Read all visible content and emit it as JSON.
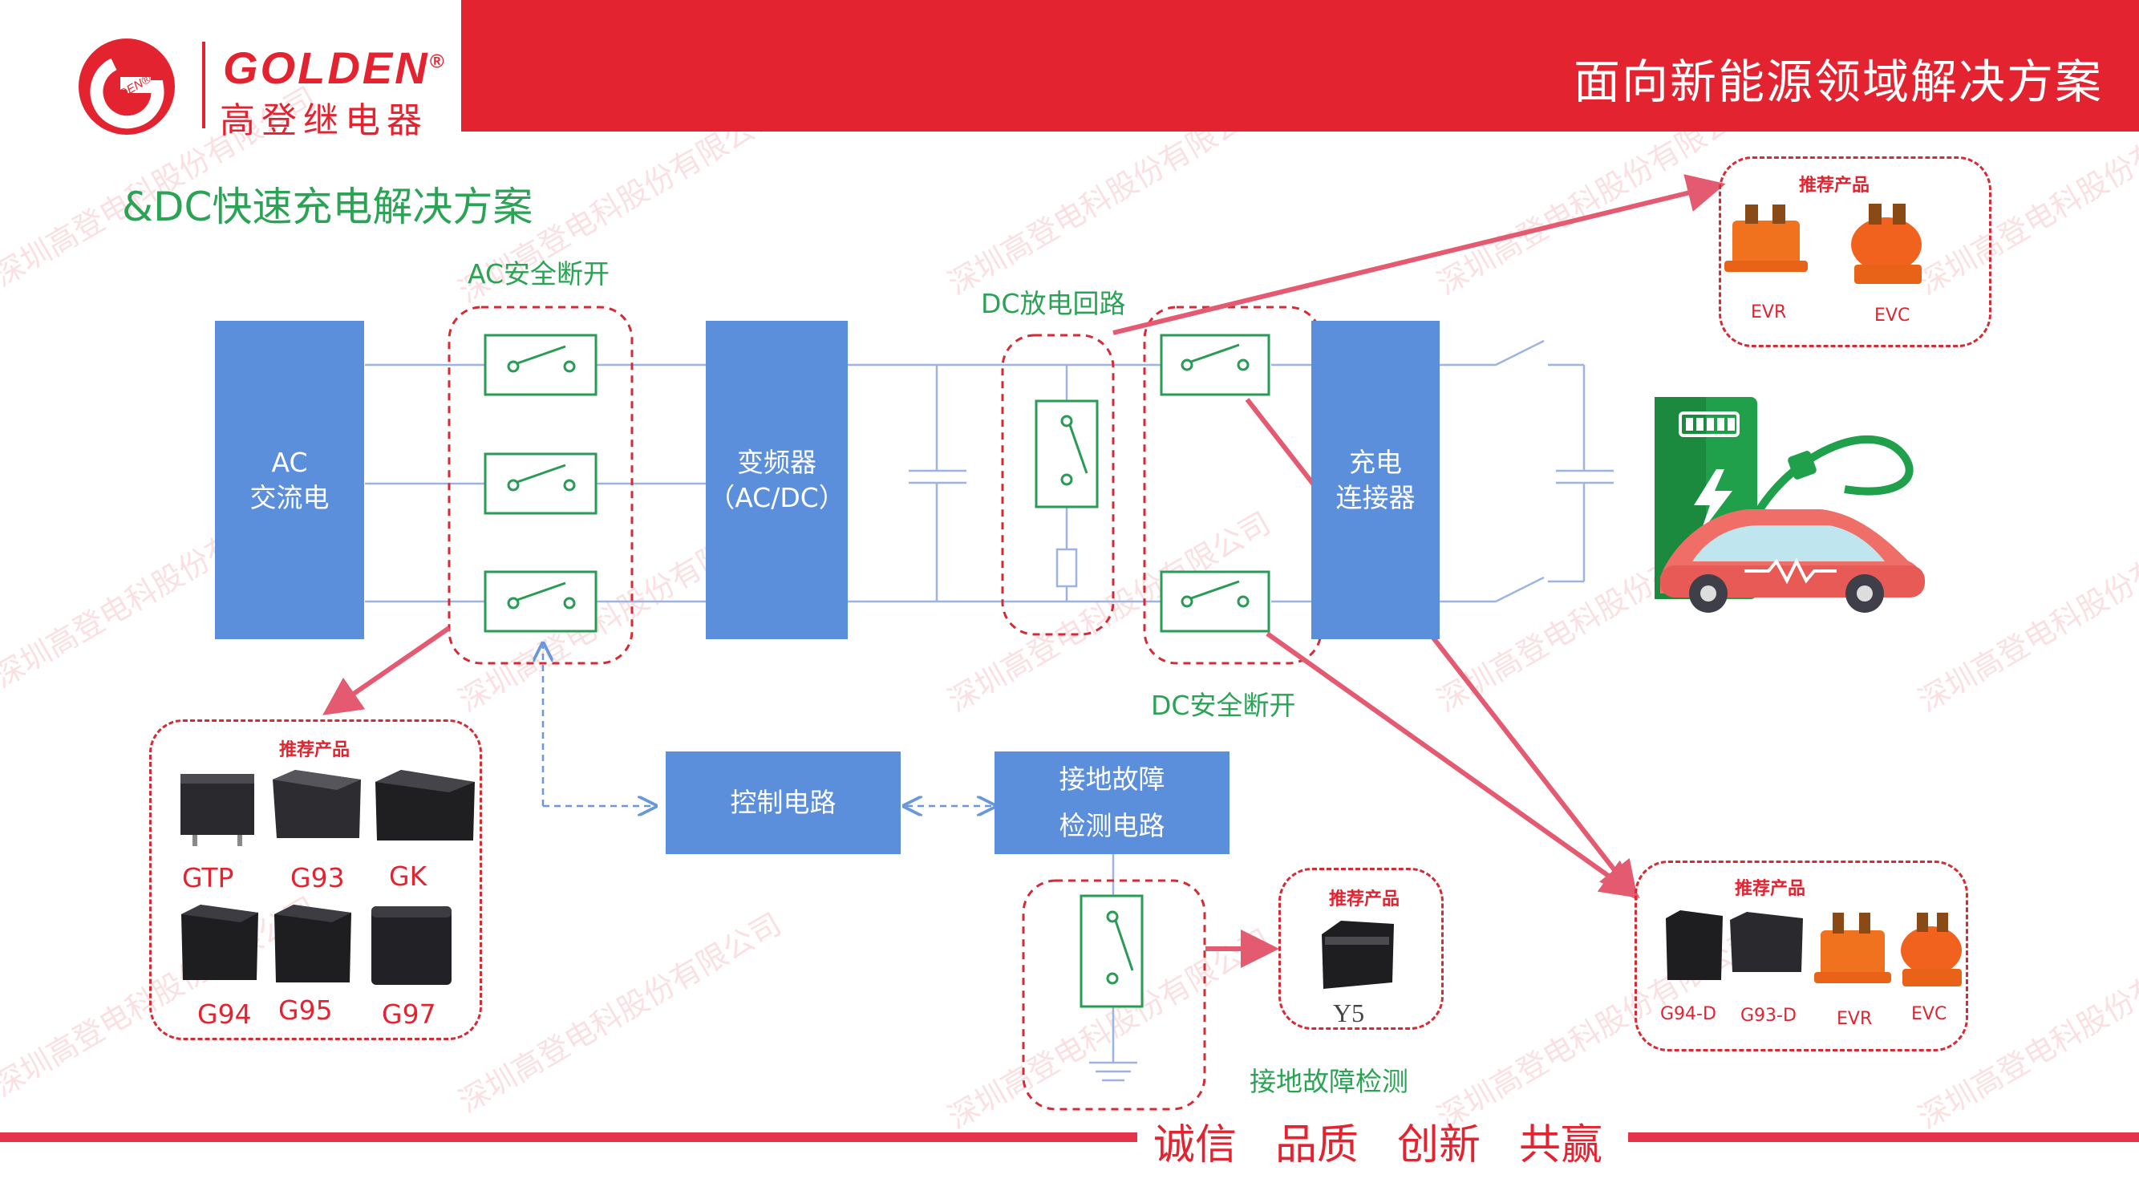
{
  "header": {
    "title": "面向新能源领域解决方案",
    "brand": "GOLDEN",
    "brand_reg": "®",
    "brand_cn": "高登继电器",
    "logo_ring_text": "OLDEN®"
  },
  "page_title": "&DC快速充电解决方案",
  "labels": {
    "ac_safety": "AC安全断开",
    "dc_discharge": "DC放电回路",
    "dc_safety": "DC安全断开",
    "ground_fault_detect": "接地故障检测"
  },
  "blocks": {
    "ac_line1": "AC",
    "ac_line2": "交流电",
    "inverter_line1": "变频器",
    "inverter_line2": "（AC/DC）",
    "charge_line1": "充电",
    "charge_line2": "连接器",
    "control": "控制电路",
    "gf_line1": "接地故障",
    "gf_line2": "检测电路"
  },
  "recommend": {
    "title": "推荐产品",
    "ac_products": [
      "GTP",
      "G93",
      "GK",
      "G94",
      "G95",
      "G97"
    ],
    "dc_top_products": [
      "EVR",
      "EVC"
    ],
    "dc_bottom_products": [
      "G94-D",
      "G93-D",
      "EVR",
      "EVC"
    ],
    "gf_products": [
      "Y5"
    ]
  },
  "watermark": "深圳高登电科股份有限公司",
  "slogan": [
    "诚信",
    "品质",
    "创新",
    "共赢"
  ],
  "colors": {
    "brand_red": "#e42330",
    "block_blue": "#5b8edb",
    "label_green": "#2aa354",
    "arrow_pink": "#e45a70"
  }
}
